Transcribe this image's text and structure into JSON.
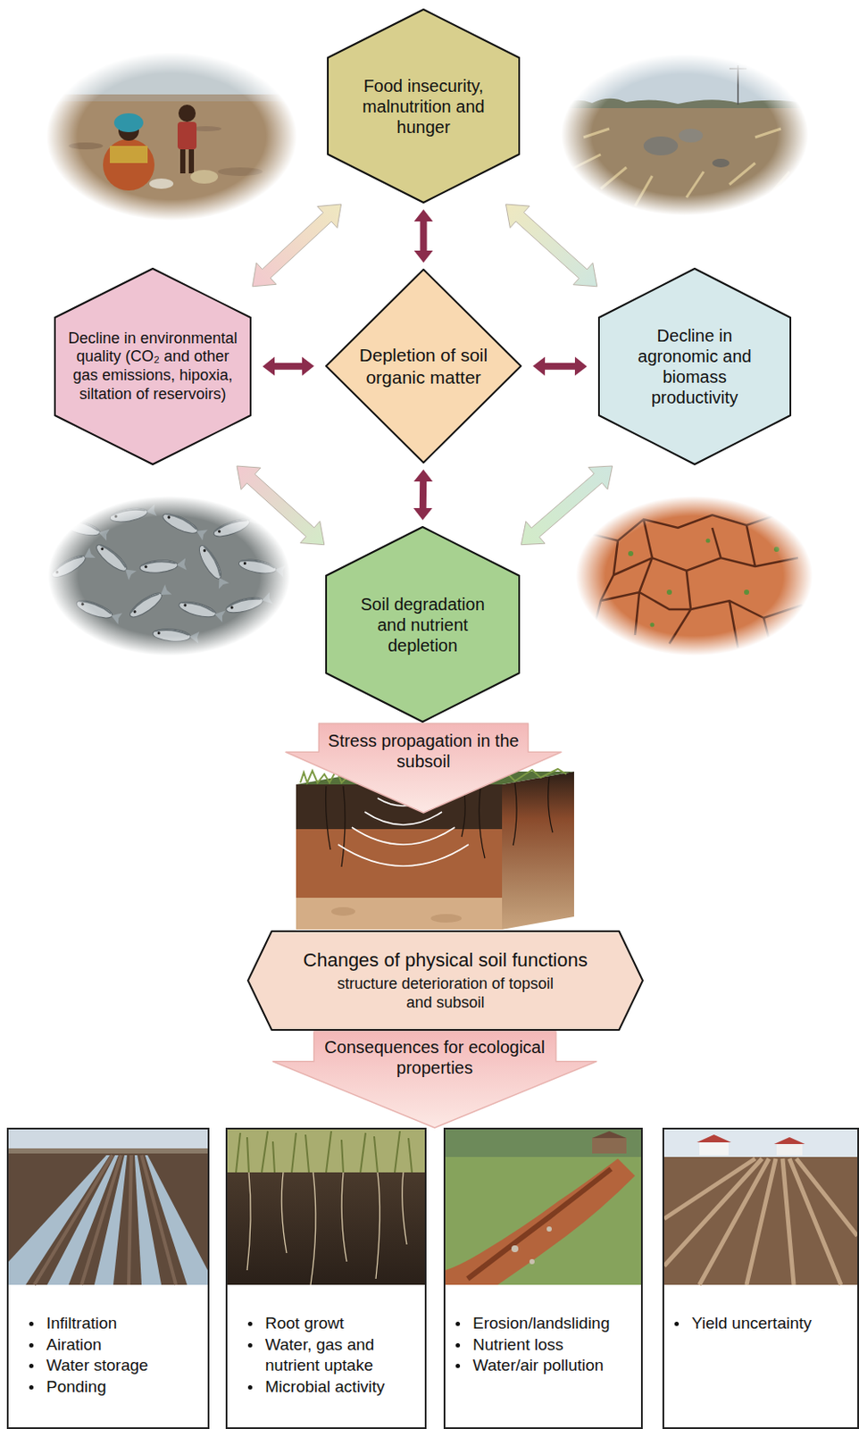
{
  "diagram": {
    "nodes": [
      {
        "text": [
          "Food insecurity, malnutrition and hunger"
        ]
      },
      {
        "text": [
          "Decline in environmental quality (CO₂ and other gas emissions, hipoxia, siltation of reservoirs)"
        ]
      },
      {
        "text": [
          "Depletion of soil organic matter"
        ]
      },
      {
        "text": [
          "Decline in agronomic and biomass productivity"
        ]
      },
      {
        "text": [
          "Soil degradation and nutrient depletion"
        ]
      },
      {
        "text": [
          "Stress propagation in the subsoil"
        ]
      },
      {
        "text": [
          "Changes of physical soil functions",
          "structure deterioration of topsoil and subsoil"
        ]
      },
      {
        "text": [
          "Consequences for ecological properties"
        ]
      },
      {
        "text": [
          "Infiltration",
          "Airation",
          "Water storage",
          "Ponding"
        ]
      },
      {
        "text": [
          "Root growt",
          "Water, gas and nutrient uptake",
          "Microbial activity"
        ]
      },
      {
        "text": [
          "Erosion/landsliding",
          "Nutrient loss",
          "Water/air pollution"
        ]
      },
      {
        "text": [
          "Yield uncertainty"
        ]
      }
    ],
    "edges": [
      {
        "from": 0,
        "to": 2,
        "arrow": "both"
      },
      {
        "from": 1,
        "to": 2,
        "arrow": "both"
      },
      {
        "from": 2,
        "to": 3,
        "arrow": "both"
      },
      {
        "from": 2,
        "to": 4,
        "arrow": "both"
      },
      {
        "from": 1,
        "to": 0,
        "arrow": "both"
      },
      {
        "from": 0,
        "to": 3,
        "arrow": "both"
      },
      {
        "from": 1,
        "to": 4,
        "arrow": "both"
      },
      {
        "from": 3,
        "to": 4,
        "arrow": "both"
      }
    ]
  }
}
